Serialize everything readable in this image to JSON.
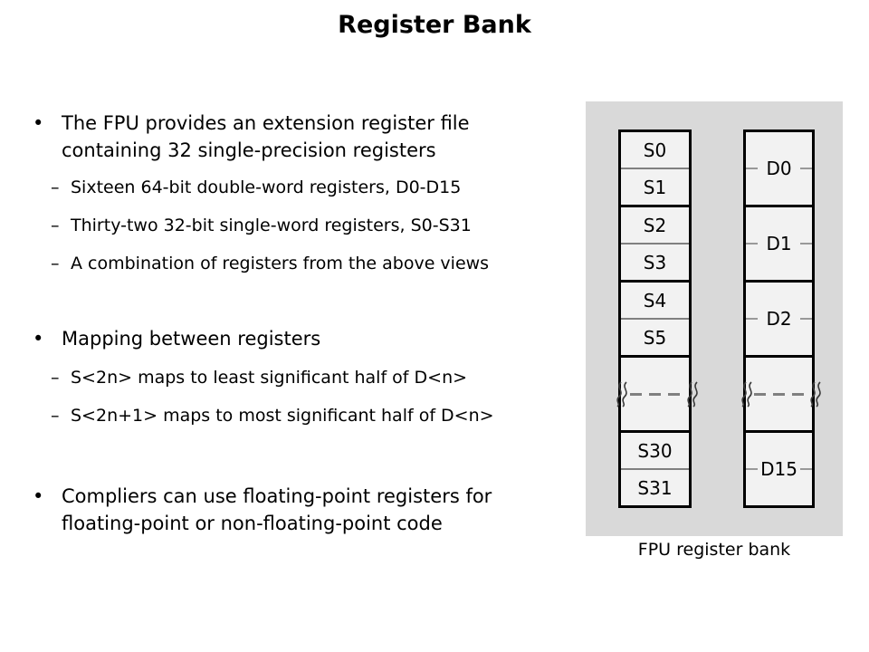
{
  "slide": {
    "title": "Register Bank"
  },
  "glyphs": {
    "bullet": "•",
    "dash": "–"
  },
  "bullets": [
    {
      "lines": [
        "The FPU provides an extension register file",
        "containing 32 single-precision registers"
      ],
      "subs": [
        "Sixteen 64-bit double-word registers, D0-D15",
        "Thirty-two 32-bit single-word registers, S0-S31",
        "A combination of registers from the above views"
      ]
    },
    {
      "lines": [
        "Mapping between registers"
      ],
      "subs": [
        "S<2n> maps to least significant half of D<n>",
        "S<2n+1> maps to most significant half of D<n>"
      ]
    },
    {
      "lines": [
        "Compliers can use floating-point registers for",
        "floating-point or non-floating-point code"
      ],
      "subs": []
    }
  ],
  "diagram": {
    "caption": "FPU register bank",
    "s_pairs": [
      {
        "top": "S0",
        "bottom": "S1"
      },
      {
        "top": "S2",
        "bottom": "S3"
      },
      {
        "top": "S4",
        "bottom": "S5"
      },
      {
        "top": "S30",
        "bottom": "S31"
      }
    ],
    "d_labels": [
      "D0",
      "D1",
      "D2",
      "D15"
    ],
    "colors": {
      "panel_bg": "#d9d9d9",
      "box_bg": "#f2f2f2",
      "box_border": "#000000",
      "separator": "#808080",
      "tick": "#999999"
    }
  }
}
